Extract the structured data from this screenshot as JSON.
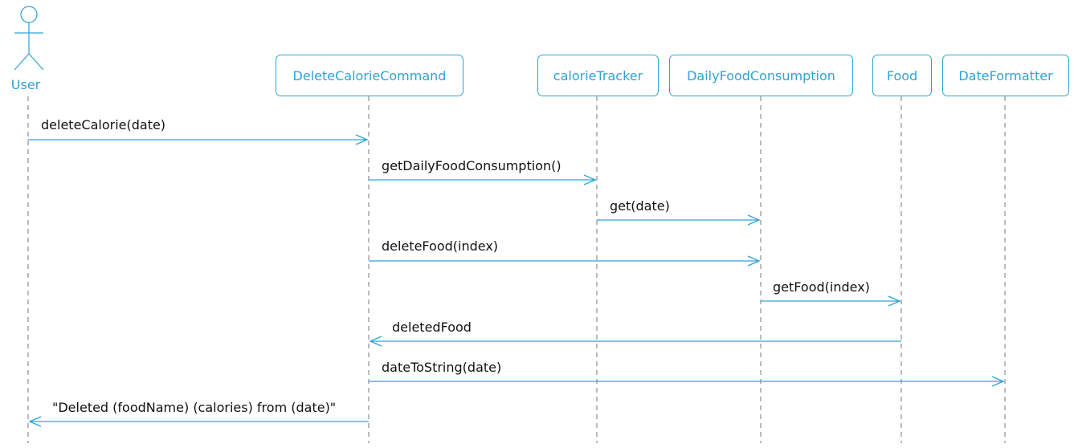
{
  "colors": {
    "accent": "#2ea3d4",
    "lifeline": "#777777",
    "message_text": "#111111",
    "background": "#ffffff"
  },
  "participants": [
    {
      "id": "user",
      "label": "User",
      "kind": "actor",
      "icon": "stick-figure-icon"
    },
    {
      "id": "cmd",
      "label": "DeleteCalorieCommand",
      "kind": "box"
    },
    {
      "id": "tracker",
      "label": "calorieTracker",
      "kind": "box"
    },
    {
      "id": "dfc",
      "label": "DailyFoodConsumption",
      "kind": "box"
    },
    {
      "id": "food",
      "label": "Food",
      "kind": "box"
    },
    {
      "id": "fmt",
      "label": "DateFormatter",
      "kind": "box"
    }
  ],
  "messages": [
    {
      "from": "user",
      "to": "cmd",
      "label": "deleteCalorie(date)"
    },
    {
      "from": "cmd",
      "to": "tracker",
      "label": "getDailyFoodConsumption()"
    },
    {
      "from": "tracker",
      "to": "dfc",
      "label": "get(date)"
    },
    {
      "from": "cmd",
      "to": "dfc",
      "label": "deleteFood(index)"
    },
    {
      "from": "dfc",
      "to": "food",
      "label": "getFood(index)"
    },
    {
      "from": "food",
      "to": "cmd",
      "label": "deletedFood"
    },
    {
      "from": "cmd",
      "to": "fmt",
      "label": "dateToString(date)"
    },
    {
      "from": "cmd",
      "to": "user",
      "label": "\"Deleted (foodName) (calories) from (date)\""
    }
  ]
}
